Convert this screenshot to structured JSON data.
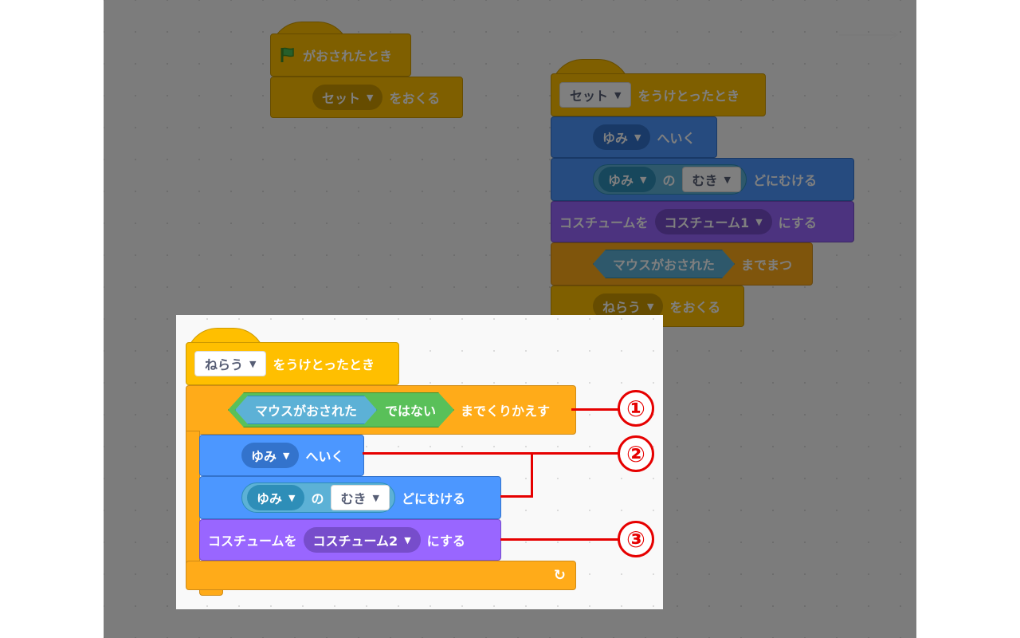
{
  "top_left_script": {
    "hat_label": "がおされたとき",
    "broadcast_value": "セット",
    "broadcast_suffix": "をおくる"
  },
  "top_right_script": {
    "receive_value": "セット",
    "receive_suffix": "をうけとったとき",
    "goto_value": "ゆみ",
    "goto_suffix": "へいく",
    "point_object": "ゆみ",
    "point_of": "の",
    "point_attr": "むき",
    "point_suffix": "どにむける",
    "costume_prefix": "コスチュームを",
    "costume_value": "コスチューム1",
    "costume_suffix": "にする",
    "wait_condition": "マウスがおされた",
    "wait_suffix": "までまつ",
    "broadcast_value": "ねらう",
    "broadcast_suffix": "をおくる"
  },
  "main_script": {
    "receive_value": "ねらう",
    "receive_suffix": "をうけとったとき",
    "repeat_condition": "マウスがおされた",
    "repeat_not": "ではない",
    "repeat_suffix": "までくりかえす",
    "goto_value": "ゆみ",
    "goto_suffix": "へいく",
    "point_object": "ゆみ",
    "point_of": "の",
    "point_attr": "むき",
    "point_suffix": "どにむける",
    "costume_prefix": "コスチュームを",
    "costume_value": "コスチューム2",
    "costume_suffix": "にする",
    "loop_icon": "↻"
  },
  "annotations": [
    "①",
    "②",
    "③"
  ],
  "colors": {
    "events": "#ffbf00",
    "control": "#ffab19",
    "motion": "#4c97ff",
    "looks": "#9966ff",
    "sensing": "#5cb1d6",
    "operators": "#59c059",
    "annotation": "#e60000"
  }
}
